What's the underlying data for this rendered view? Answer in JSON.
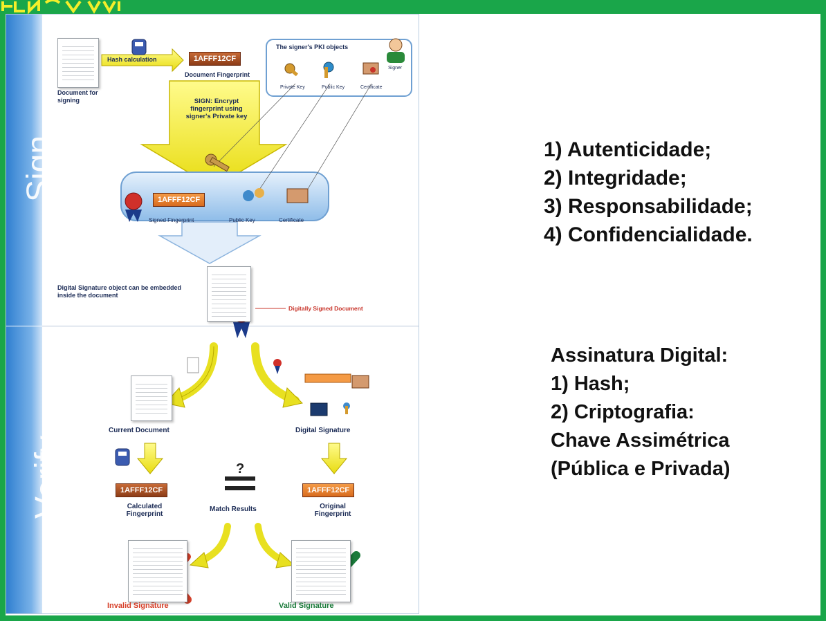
{
  "diagram": {
    "sections": {
      "sign": "Sign",
      "verify": "Verify"
    },
    "sign": {
      "document_label": "Document for signing",
      "hash_label": "Hash calculation",
      "fingerprint_value": "1AFFF12CF",
      "fingerprint_caption": "Document Fingerprint",
      "pki_title": "The signer's PKI objects",
      "signer_label": "Signer",
      "pki_items": [
        "Private Key",
        "Public Key",
        "Certificate"
      ],
      "sign_step": "SIGN: Encrypt fingerprint using signer's Private key",
      "signed_fingerprint_value": "1AFFF12CF",
      "signed_items": [
        "Signed Fingerprint",
        "Public Key",
        "Certificate"
      ],
      "embed_note": "Digital Signature object can be embedded inside the document",
      "signed_doc_label": "Digitally Signed Document"
    },
    "verify": {
      "current_document": "Current Document",
      "digital_signature": "Digital Signature",
      "calculated_value": "1AFFF12CF",
      "calculated_caption": "Calculated Fingerprint",
      "match_symbol": "?",
      "match_label": "Match Results",
      "original_value": "1AFFF12CF",
      "original_caption": "Original Fingerprint",
      "invalid": "Invalid Signature",
      "valid": "Valid Signature"
    }
  },
  "notes": {
    "properties": [
      "1) Autenticidade;",
      "2) Integridade;",
      "3) Responsabilidade;",
      "4) Confidencialidade."
    ],
    "signature_heading": "Assinatura Digital:",
    "signature_items": [
      "1) Hash;",
      "2) Criptografia:",
      "Chave Assimétrica",
      "(Pública e Privada)"
    ]
  },
  "colors": {
    "frame": "#1aa64a",
    "band": "#3b86d6",
    "arrow_yellow": "#f4ee2a",
    "fingerprint": "#a24b1f",
    "invalid_red": "#d6402a",
    "valid_green": "#1a7a3a"
  }
}
